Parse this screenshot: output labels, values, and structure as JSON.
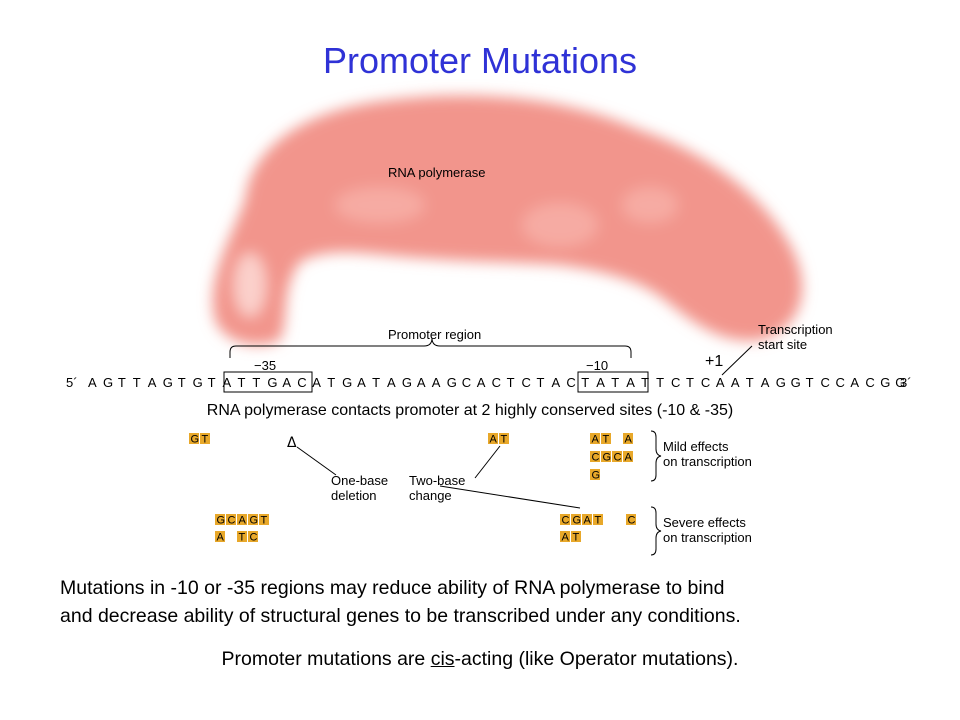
{
  "title": "Promoter Mutations",
  "diagram": {
    "polymerase_label": "RNA polymerase",
    "promoter_region_label": "Promoter region",
    "tss_label_line1": "Transcription",
    "tss_label_line2": "start site",
    "plus_one": "+1",
    "minus35_label": "−35",
    "minus10_label": "−10",
    "five_prime": "5´",
    "three_prime": "3´",
    "sequence": "AGTTAGTGTATTGACATGATAGAAGCACTCTACTATATTCTCAATAGGTCCACGG",
    "one_base_line1": "One-base",
    "one_base_line2": "deletion",
    "two_base_line1": "Two-base",
    "two_base_line2": "change",
    "delta": "Δ",
    "mild_line1": "Mild effects",
    "mild_line2": "on transcription",
    "severe_line1": "Severe effects",
    "severe_line2": "on transcription",
    "mild_mutations": {
      "group1": [
        "G",
        "T"
      ],
      "group2": [
        "A",
        "T"
      ],
      "group3_row1": [
        "A",
        "T",
        "",
        "A"
      ],
      "group3_row2": [
        "C",
        "G",
        "C",
        "A"
      ],
      "group3_row3": [
        "G",
        "",
        "",
        ""
      ]
    },
    "severe_mutations": {
      "group1_row1": [
        "G",
        "C",
        "A",
        "G",
        "T"
      ],
      "group1_row2": [
        "A",
        "",
        "T",
        "C",
        ""
      ],
      "group2_row1": [
        "C",
        "G",
        "A",
        "T",
        "",
        "",
        "C"
      ],
      "group2_row2": [
        "A",
        "T",
        "",
        "",
        "",
        "",
        ""
      ]
    }
  },
  "contact_note": "RNA polymerase contacts promoter at 2 highly conserved sites (-10 & -35)",
  "body_line1": "Mutations in -10 or -35 regions may reduce ability of RNA polymerase to bind",
  "body_line2": "and decrease ability of structural genes to be transcribed under any conditions.",
  "cis_before": "Promoter mutations are ",
  "cis_word": "cis",
  "cis_after": "-acting (like Operator mutations).",
  "colors": {
    "title": "#2f32d6",
    "polymerase": "#f2958c",
    "mutation_box": "#e8a82a"
  }
}
